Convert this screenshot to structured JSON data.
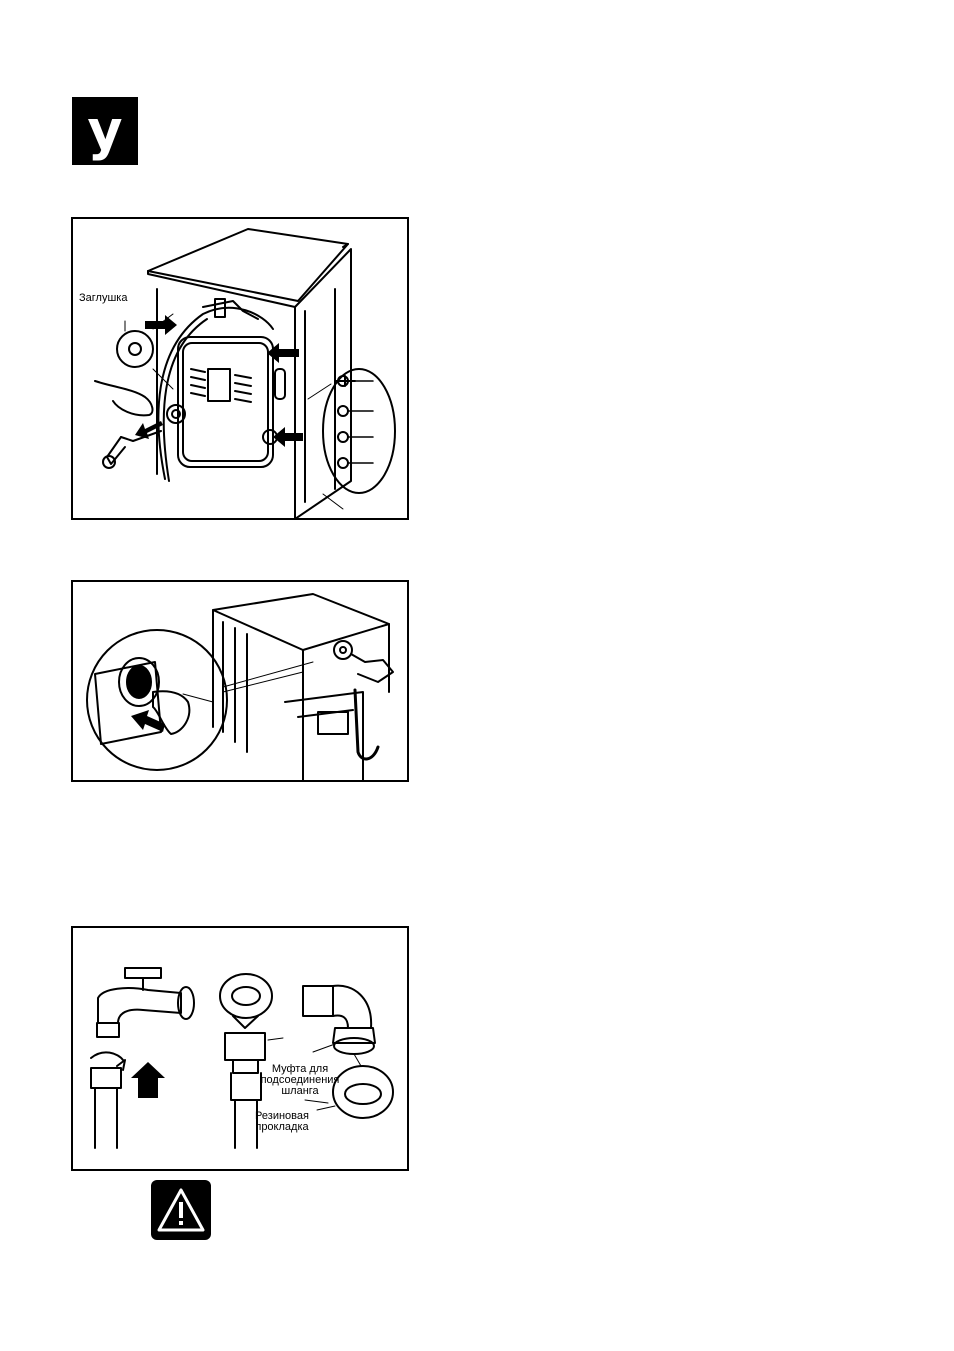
{
  "header": {
    "badge_letter": "у"
  },
  "figure1": {
    "label_plug": "Заглушка"
  },
  "figure3": {
    "label_coupling": [
      "Муфта для",
      "подсоединения",
      "шланга"
    ],
    "label_gasket": [
      "Резиновая",
      "прокладка"
    ]
  },
  "warning": {
    "icon": "warning-triangle-icon"
  }
}
